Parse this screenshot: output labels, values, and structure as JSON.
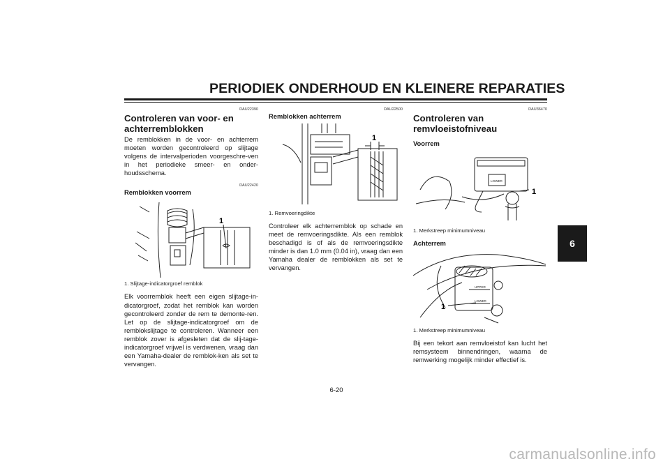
{
  "header": {
    "title": "PERIODIEK ONDERHOUD EN KLEINERE REPARATIES"
  },
  "tab": {
    "label": "6"
  },
  "col1": {
    "code1": "DAU22390",
    "heading": "Controleren van voor- en achterremblokken",
    "intro": "De remblokken in de voor- en achterrem moeten worden gecontroleerd op slijtage volgens de intervalperioden voorgeschre-ven in het periodieke smeer- en onder-houdsschema.",
    "code2": "DAU22420",
    "subheading": "Remblokken voorrem",
    "figure_label": "1",
    "caption": "1.  Slijtage-indicatorgroef remblok",
    "body": "Elk voorremblok heeft een eigen slijtage-in-dicatorgroef, zodat het remblok kan worden gecontroleerd zonder de rem te demonte-ren. Let op de slijtage-indicatorgroef om de remblokslijtage te controleren. Wanneer een remblok zover is afgesleten dat de slij-tage-indicatorgroef vrijwel is verdwenen, vraag dan een Yamaha-dealer de remblok-ken als set te vervangen."
  },
  "col2": {
    "code": "DAU22500",
    "subheading": "Remblokken achterrem",
    "figure_label": "1",
    "caption": "1.  Remvoeringdikte",
    "body": "Controleer elk achterremblok op schade en meet de remvoeringsdikte. Als een remblok beschadigd is of als de remvoeringsdikte minder is dan 1.0 mm (0.04 in), vraag dan een Yamaha dealer de remblokken als set te vervangen."
  },
  "col3": {
    "code": "DAU36470",
    "heading": "Controleren van remvloeistofniveau",
    "sub1": "Voorrem",
    "fig1_label": "1",
    "fig1_marking": "LOWER",
    "caption1": "1.  Merkstreep minimumniveau",
    "sub2": "Achterrem",
    "fig2_label": "1",
    "fig2_upper": "UPPER",
    "fig2_lower": "LOWER",
    "caption2": "1.  Merkstreep minimumniveau",
    "body": "Bij een tekort aan remvloeistof kan lucht het remsysteem binnendringen, waarna de remwerking mogelijk minder effectief is."
  },
  "footer": {
    "page_number": "6-20"
  },
  "watermark": {
    "text": "carmanualsonline.info"
  }
}
